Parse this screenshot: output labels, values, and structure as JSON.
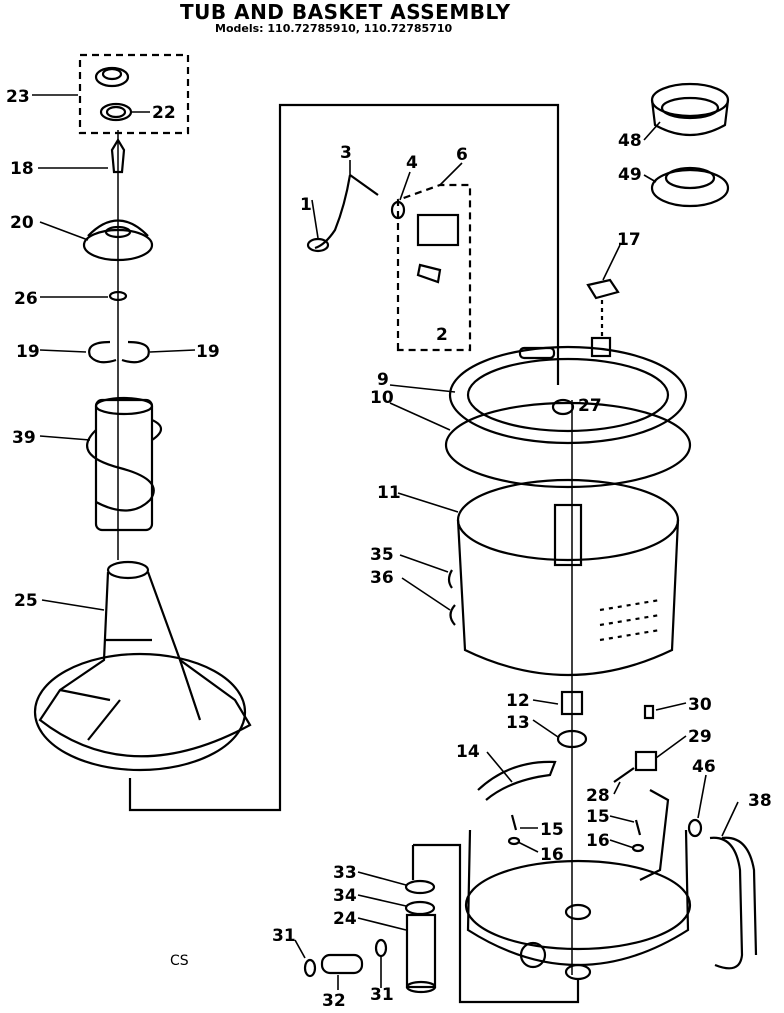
{
  "title": "TUB AND BASKET ASSEMBLY",
  "models_line": "Models: 110.72785910, 110.72785710",
  "footer_code": "CS",
  "callouts": {
    "c1": "1",
    "c2": "2",
    "c3": "3",
    "c4": "4",
    "c6": "6",
    "c9": "9",
    "c10": "10",
    "c11": "11",
    "c12": "12",
    "c13": "13",
    "c14": "14",
    "c15a": "15",
    "c15b": "15",
    "c16a": "16",
    "c16b": "16",
    "c17": "17",
    "c18": "18",
    "c19a": "19",
    "c19b": "19",
    "c20": "20",
    "c22": "22",
    "c23": "23",
    "c24": "24",
    "c25": "25",
    "c26": "26",
    "c27": "27",
    "c28": "28",
    "c29": "29",
    "c30": "30",
    "c31a": "31",
    "c31b": "31",
    "c32": "32",
    "c33": "33",
    "c34": "34",
    "c35": "35",
    "c36": "36",
    "c38": "38",
    "c39": "39",
    "c46": "46",
    "c48": "48",
    "c49": "49"
  }
}
